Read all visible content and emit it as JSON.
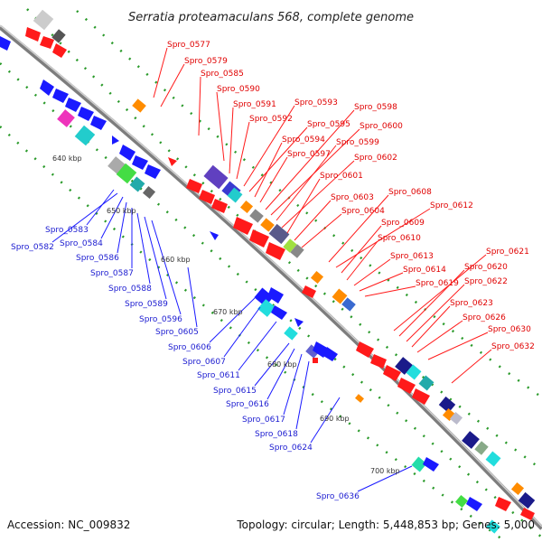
{
  "title": "Serratia proteamaculans 568, complete genome",
  "accession": "Accession: NC_009832",
  "topology": "Topology: circular; Length: 5,448,853 bp; Genes: 5,000",
  "colors": {
    "forward": "#ff1a1a",
    "reverse": "#1a1aff",
    "backbone": "#888888",
    "tick": "#2a9a2a"
  },
  "scale_ticks": [
    "640 kbp",
    "650 kbp",
    "660 kbp",
    "670 kbp",
    "680 kbp",
    "690 kbp",
    "700 kbp"
  ],
  "forward_labels": [
    "Spro_0577",
    "Spro_0579",
    "Spro_0585",
    "Spro_0590",
    "Spro_0591",
    "Spro_0592",
    "Spro_0593",
    "Spro_0595",
    "Spro_0594",
    "Spro_0597",
    "Spro_0598",
    "Spro_0600",
    "Spro_0599",
    "Spro_0602",
    "Spro_0601",
    "Spro_0603",
    "Spro_0604",
    "Spro_0608",
    "Spro_0612",
    "Spro_0609",
    "Spro_0610",
    "Spro_0613",
    "Spro_0614",
    "Spro_0619",
    "Spro_0621",
    "Spro_0620",
    "Spro_0622",
    "Spro_0623",
    "Spro_0626",
    "Spro_0630",
    "Spro_0632"
  ],
  "reverse_labels": [
    "Spro_0583",
    "Spro_0582",
    "Spro_0584",
    "Spro_0586",
    "Spro_0587",
    "Spro_0588",
    "Spro_0589",
    "Spro_0596",
    "Spro_0605",
    "Spro_0606",
    "Spro_0607",
    "Spro_0611",
    "Spro_0615",
    "Spro_0616",
    "Spro_0617",
    "Spro_0618",
    "Spro_0624",
    "Spro_0636"
  ]
}
